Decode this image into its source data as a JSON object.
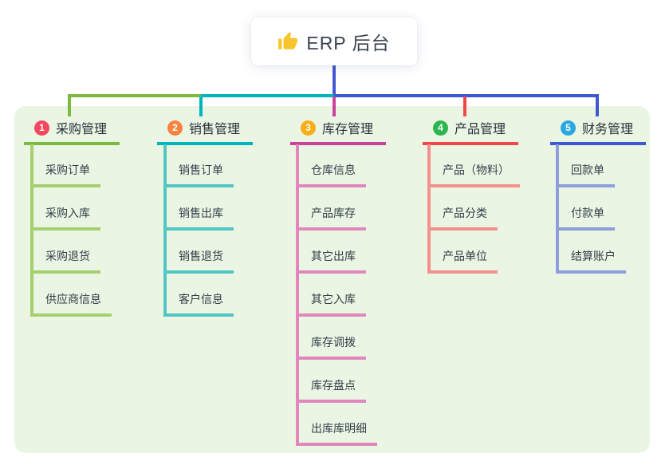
{
  "root": {
    "label": "ERP 后台",
    "icon": "thumbs-up-icon",
    "icon_color": "#F9C52E"
  },
  "colors": {
    "stem": "#4557D2",
    "panel_background": "#EAF6E3",
    "root_text": "#39424E",
    "title_text": "#28323E",
    "child_text": "#333E4A"
  },
  "branches": [
    {
      "num": "1",
      "label": "采购管理",
      "colors": {
        "main": "#7CB93F",
        "light": "#A6CF6F",
        "badge": "#F5485E"
      },
      "children": [
        "采购订单",
        "采购入库",
        "采购退货",
        "供应商信息"
      ]
    },
    {
      "num": "2",
      "label": "销售管理",
      "colors": {
        "main": "#00B4BD",
        "light": "#52C6C2",
        "badge": "#F8823F"
      },
      "children": [
        "销售订单",
        "销售出库",
        "销售退货",
        "客户信息"
      ]
    },
    {
      "num": "3",
      "label": "库存管理",
      "colors": {
        "main": "#C9439B",
        "light": "#E287BD",
        "badge": "#F9AE15"
      },
      "children": [
        "仓库信息",
        "产品库存",
        "其它出库",
        "其它入库",
        "库存调拨",
        "库存盘点",
        "出库库明细"
      ]
    },
    {
      "num": "4",
      "label": "产品管理",
      "colors": {
        "main": "#F04848",
        "light": "#F3918F",
        "badge": "#2CB64D"
      },
      "children": [
        "产品（物料）",
        "产品分类",
        "产品单位"
      ]
    },
    {
      "num": "5",
      "label": "财务管理",
      "colors": {
        "main": "#3F58D0",
        "light": "#8C9FDB",
        "badge": "#29A8E1"
      },
      "children": [
        "回款单",
        "付款单",
        "结算账户"
      ]
    }
  ]
}
